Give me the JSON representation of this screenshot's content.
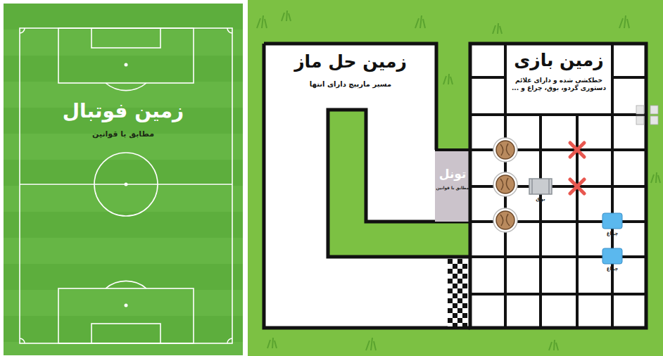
{
  "diagram": {
    "nodes": [
      {
        "text": [
          "زمین فوتبال",
          "مطابق با قوانین"
        ]
      },
      {
        "text": [
          "زمین حل ماز",
          "مسیر مارپیچ دارای انتها"
        ]
      },
      {
        "text": [
          "تونل",
          "مطابق با قوانین"
        ]
      },
      {
        "text": [
          "زمین بازی",
          "خطکشی شده و دارای علائم دستوری گردو، بوق، چراغ و ..."
        ]
      }
    ],
    "labels": [
      "بوق",
      "چراغ",
      "چراغ"
    ]
  }
}
